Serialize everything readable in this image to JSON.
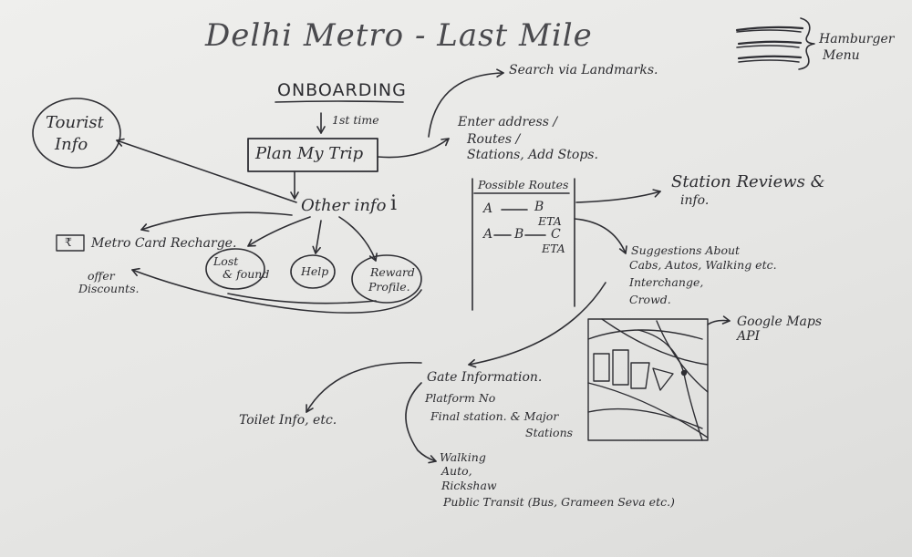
{
  "title": "Delhi Metro - Last Mile",
  "hamburger": {
    "label_line1": "Hamburger",
    "label_line2": "Menu"
  },
  "onboarding": "ONBOARDING",
  "first_time": "1st time",
  "plan_trip": "Plan My Trip",
  "search_landmarks": "Search via Landmarks.",
  "enter_address": [
    "Enter address /",
    "Routes /",
    "Stations, Add Stops."
  ],
  "tourist_info": [
    "Tourist",
    "Info"
  ],
  "other_info": "Other info",
  "info_icon": "i",
  "metro_card": {
    "symbol": "₹",
    "label": "Metro Card Recharge."
  },
  "offer_discounts": [
    "offer",
    "Discounts."
  ],
  "lost_found": [
    "Lost",
    "& found"
  ],
  "help": "Help",
  "reward_profile": [
    "Reward",
    "Profile."
  ],
  "possible_routes": {
    "title": "Possible Routes",
    "route1": {
      "from": "A",
      "to": "B",
      "eta": "ETA"
    },
    "route2": {
      "from": "A",
      "via": "B",
      "to": "C",
      "eta": "ETA"
    }
  },
  "station_reviews": [
    "Station Reviews &",
    "info."
  ],
  "suggestions": [
    "Suggestions About",
    "Cabs, Autos, Walking etc.",
    "Interchange,",
    "Crowd."
  ],
  "google_maps": [
    "Google Maps",
    "API"
  ],
  "gate_info": [
    "Gate Information.",
    "Platform No",
    "Final station. & Major",
    "Stations"
  ],
  "toilet_info": "Toilet Info, etc.",
  "transit": [
    "Walking",
    "Auto,",
    "Rickshaw",
    "Public Transit (Bus, Grameen Seva etc.)"
  ]
}
